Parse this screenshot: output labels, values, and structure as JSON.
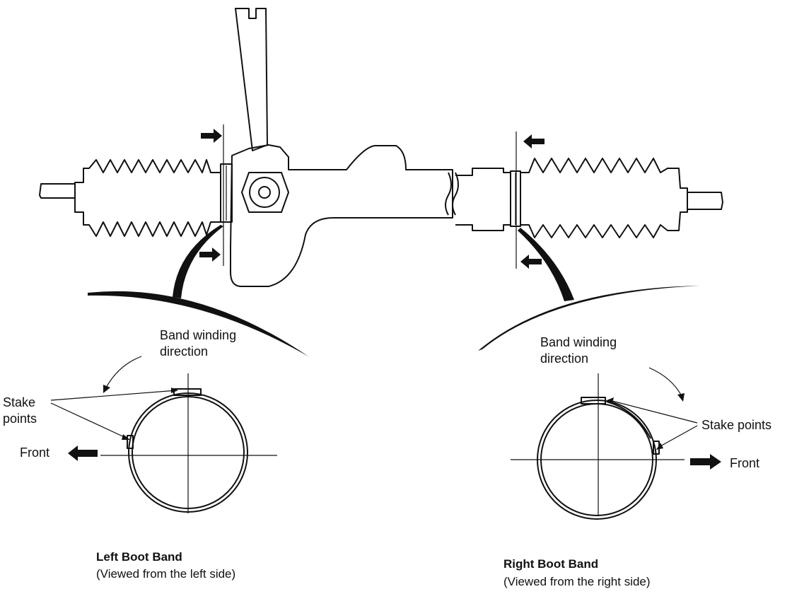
{
  "labels": {
    "left_winding": [
      "Band winding",
      "direction"
    ],
    "right_winding": [
      "Band winding",
      "direction"
    ],
    "left_stake": [
      "Stake",
      "points"
    ],
    "right_stake": "Stake points",
    "left_front": "Front",
    "right_front": "Front"
  },
  "captions": {
    "left_title": "Left Boot Band",
    "left_sub": "(Viewed from the left side)",
    "right_title": "Right Boot Band",
    "right_sub": "(Viewed from the right side)"
  },
  "colors": {
    "ink": "#111111",
    "paper": "#ffffff"
  },
  "icons": [
    "arrow-icon",
    "hex-nut-icon"
  ]
}
